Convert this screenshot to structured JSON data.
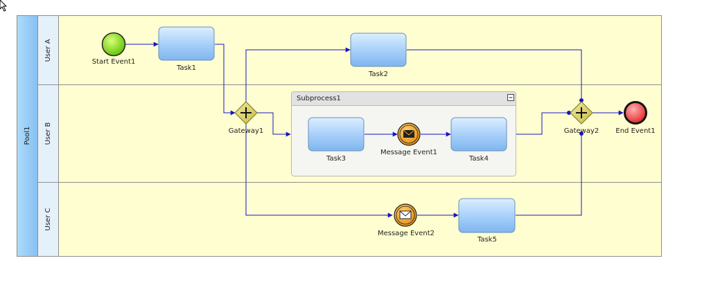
{
  "pool": {
    "label": "Pool1"
  },
  "lanes": [
    {
      "label": "User A"
    },
    {
      "label": "User B"
    },
    {
      "label": "User C"
    }
  ],
  "subprocess": {
    "label": "Subprocess1",
    "collapse_symbol": "−"
  },
  "nodes": {
    "start_event": "Start Event1",
    "task1": "Task1",
    "task2": "Task2",
    "task3": "Task3",
    "task4": "Task4",
    "task5": "Task5",
    "gateway1": "Gateway1",
    "gateway2": "Gateway2",
    "message_event1": "Message Event1",
    "message_event2": "Message Event2",
    "end_event": "End Event1"
  },
  "colors": {
    "pool_header": "#9dcff7",
    "lane_header": "#e4f0fa",
    "lane_body": "#fffed0",
    "border": "#8e8e8e",
    "flow": "#1515c8",
    "start_event": "#7fe000",
    "end_event": "#f04a4a",
    "gateway": "#d8cf6a",
    "message_event": "#f2a020",
    "task": "#9ec8f5"
  }
}
